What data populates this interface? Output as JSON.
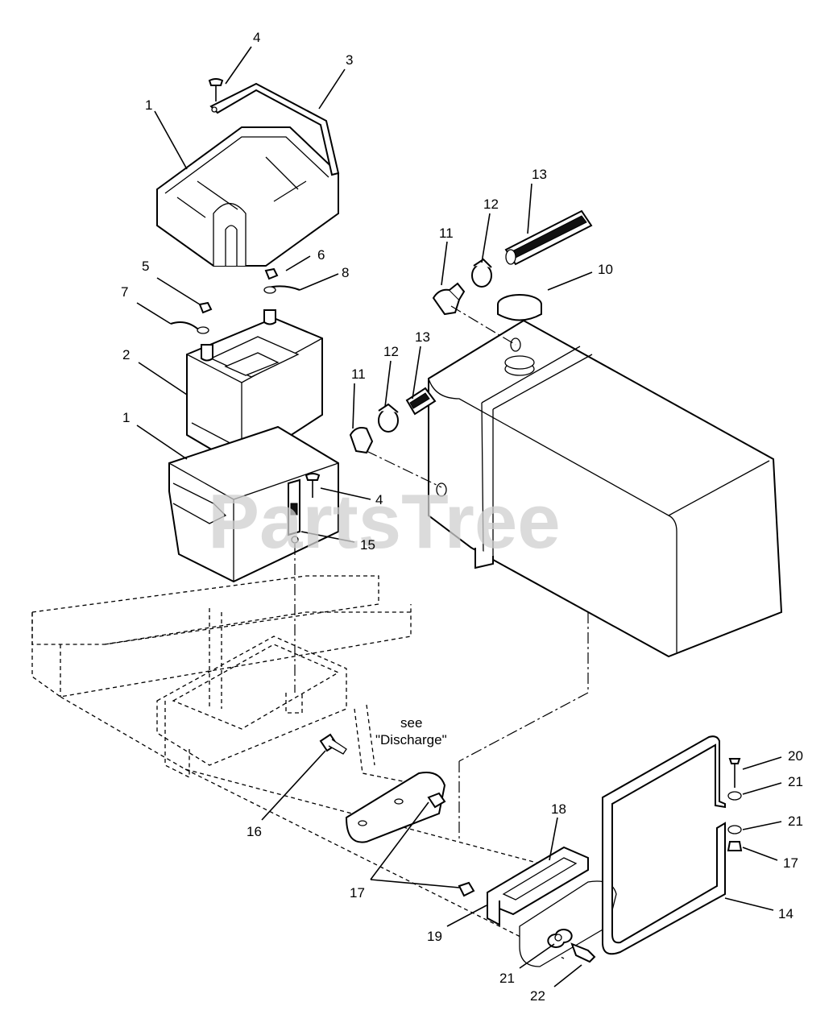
{
  "watermark": "PartsTree",
  "note": {
    "line1": "see",
    "line2": "\"Discharge\""
  },
  "callouts": [
    "4",
    "3",
    "1",
    "13",
    "12",
    "11",
    "6",
    "5",
    "8",
    "10",
    "7",
    "2",
    "13",
    "12",
    "11",
    "1",
    "4",
    "15",
    "see",
    "16",
    "20",
    "21",
    "18",
    "21",
    "17",
    "17",
    "14",
    "19",
    "21",
    "22"
  ]
}
